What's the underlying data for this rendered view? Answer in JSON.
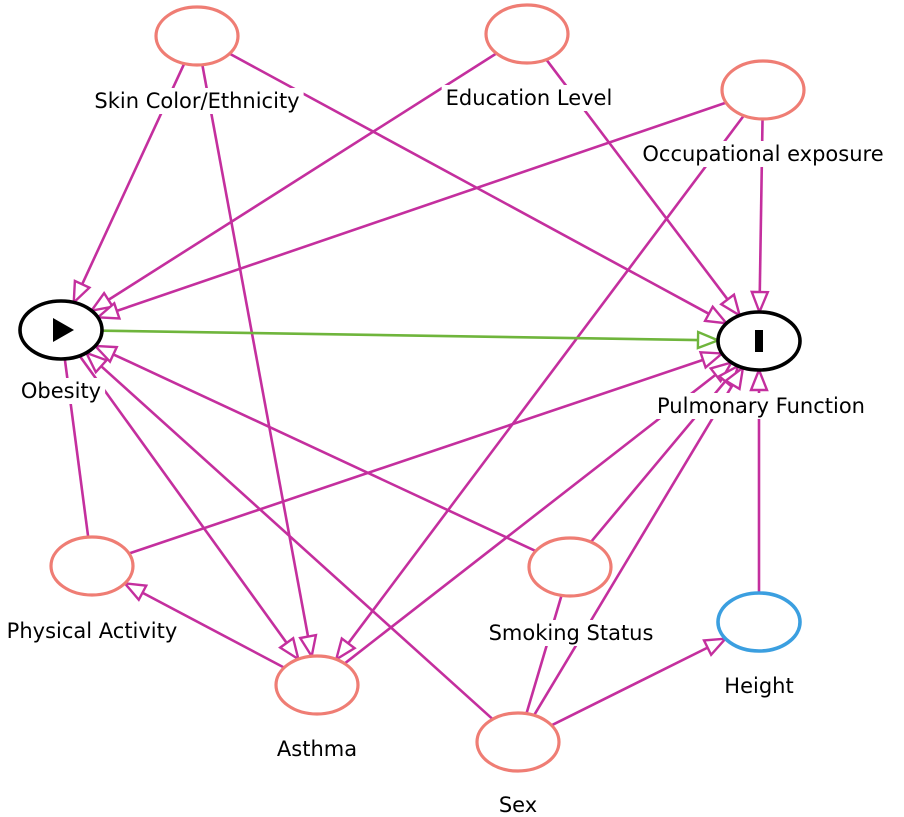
{
  "colors": {
    "arrow": "#c42f9e",
    "causal_path": "#6fb53c",
    "covariate_node": "#ef7d74",
    "outcome_related_node": "#3b9fe0",
    "key_node": "#000000"
  },
  "nodes": {
    "skin_color": {
      "label": "Skin Color/Ethnicity",
      "role": "covariate"
    },
    "education": {
      "label": "Education Level",
      "role": "covariate"
    },
    "occupational": {
      "label": "Occupational exposure",
      "role": "covariate"
    },
    "obesity": {
      "label": "Obesity",
      "role": "exposure",
      "marker": "play-icon"
    },
    "pulmonary": {
      "label": "Pulmonary Function",
      "role": "outcome",
      "marker": "bar-icon"
    },
    "physical_activity": {
      "label": "Physical Activity",
      "role": "covariate"
    },
    "smoking": {
      "label": "Smoking Status",
      "role": "covariate"
    },
    "height": {
      "label": "Height",
      "role": "outcome-ancestor"
    },
    "asthma": {
      "label": "Asthma",
      "role": "covariate"
    },
    "sex": {
      "label": "Sex",
      "role": "covariate"
    }
  },
  "edges": [
    {
      "from": "skin_color",
      "to": "obesity",
      "directed": true
    },
    {
      "from": "skin_color",
      "to": "asthma",
      "directed": true
    },
    {
      "from": "skin_color",
      "to": "pulmonary",
      "directed": true
    },
    {
      "from": "education",
      "to": "obesity",
      "directed": true
    },
    {
      "from": "education",
      "to": "pulmonary",
      "directed": true
    },
    {
      "from": "occupational",
      "to": "obesity",
      "directed": true
    },
    {
      "from": "occupational",
      "to": "pulmonary",
      "directed": true
    },
    {
      "from": "occupational",
      "to": "asthma",
      "directed": true
    },
    {
      "from": "obesity",
      "to": "pulmonary",
      "directed": true,
      "causal": true
    },
    {
      "from": "obesity",
      "to": "asthma",
      "directed": true
    },
    {
      "from": "physical_activity",
      "to": "obesity",
      "directed": false
    },
    {
      "from": "physical_activity",
      "to": "pulmonary",
      "directed": true
    },
    {
      "from": "asthma",
      "to": "physical_activity",
      "directed": true
    },
    {
      "from": "asthma",
      "to": "pulmonary",
      "directed": true
    },
    {
      "from": "smoking",
      "to": "obesity",
      "directed": true
    },
    {
      "from": "smoking",
      "to": "pulmonary",
      "directed": true
    },
    {
      "from": "sex",
      "to": "obesity",
      "directed": true
    },
    {
      "from": "sex",
      "to": "pulmonary",
      "directed": true
    },
    {
      "from": "sex",
      "to": "height",
      "directed": true
    },
    {
      "from": "sex",
      "to": "smoking",
      "directed": false
    },
    {
      "from": "height",
      "to": "pulmonary",
      "directed": true
    }
  ]
}
